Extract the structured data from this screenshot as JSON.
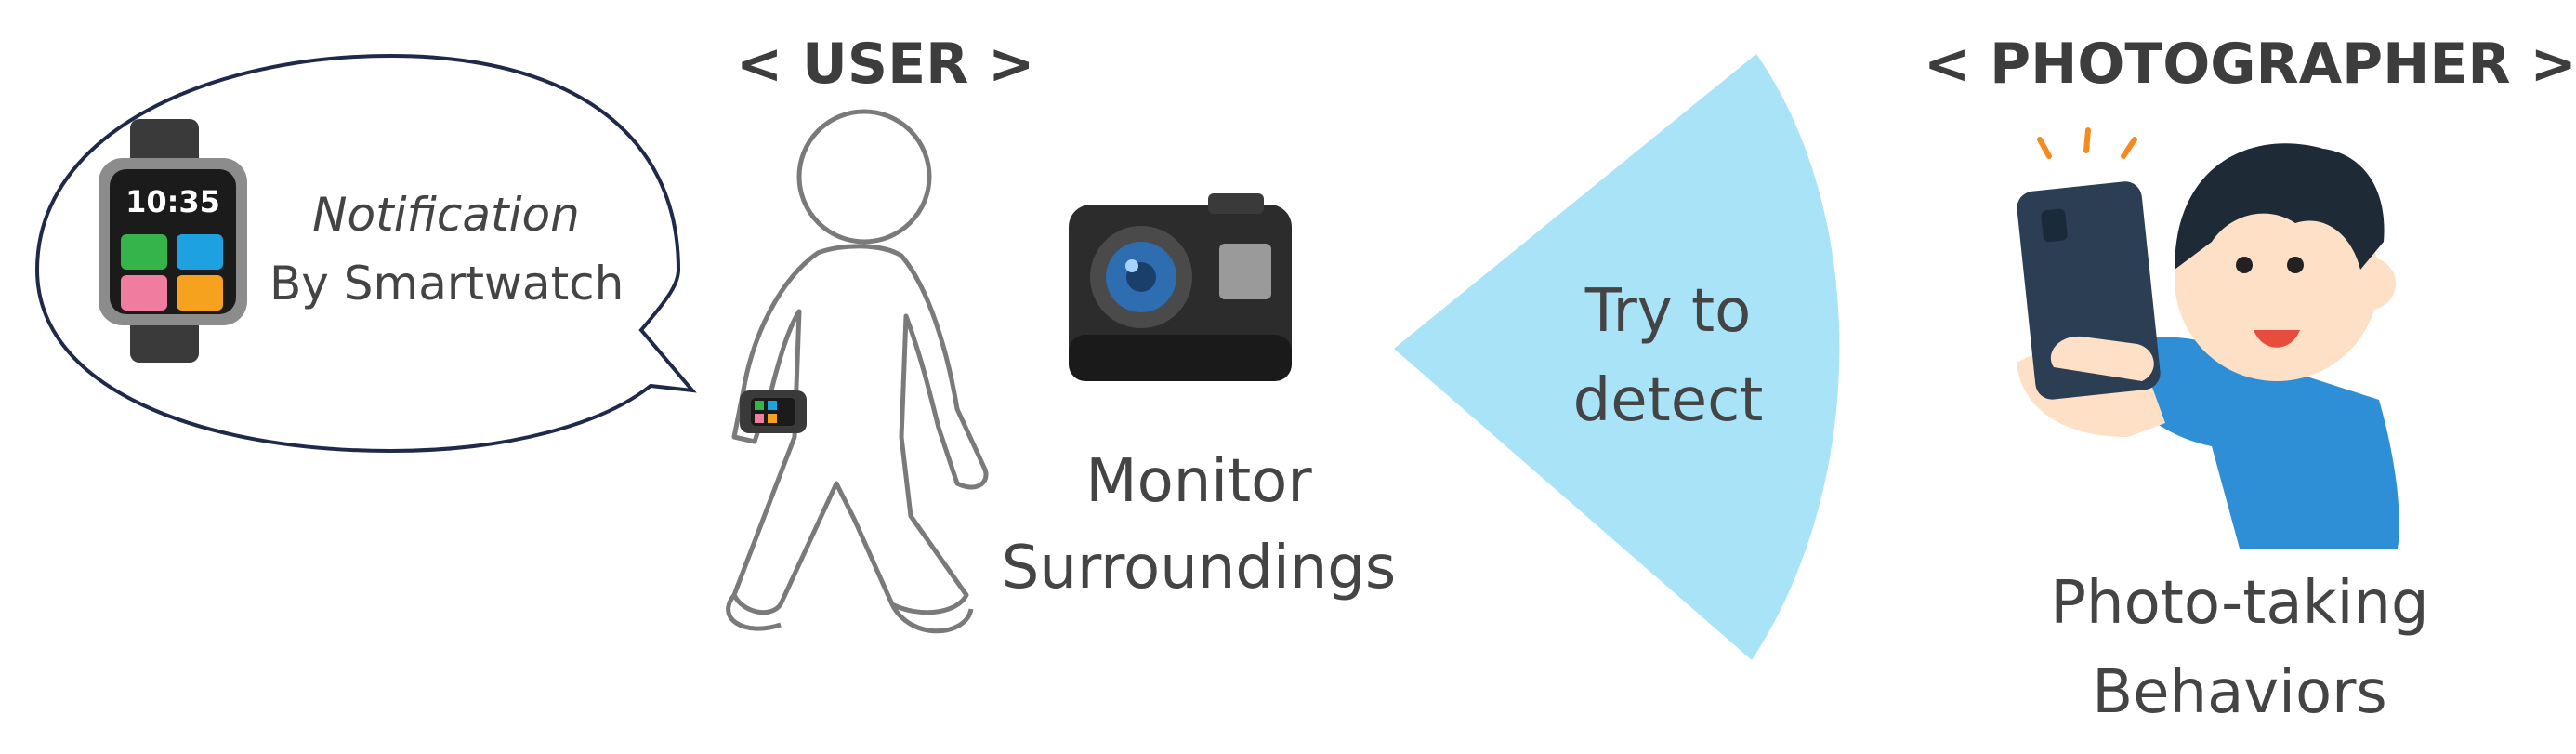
{
  "user_heading": "< USER >",
  "photographer_heading": "< PHOTOGRAPHER >",
  "bubble": {
    "line1": "Notification",
    "line2": "By Smartwatch",
    "watch_time": "10:35"
  },
  "camera_caption": {
    "line1": "Monitor",
    "line2": "Surroundings"
  },
  "detect_caption": {
    "line1": "Try to",
    "line2": "detect"
  },
  "photographer_caption": {
    "line1": "Photo-taking",
    "line2": "Behaviors"
  },
  "colors": {
    "detection_cone": "#a9e3f7",
    "phone": "#2b3e54",
    "shirt": "#2f8fd6",
    "hair": "#1e2a36",
    "skin": "#fde0c6",
    "camera": "#2c2c2c",
    "lens": "#2e6db0"
  }
}
